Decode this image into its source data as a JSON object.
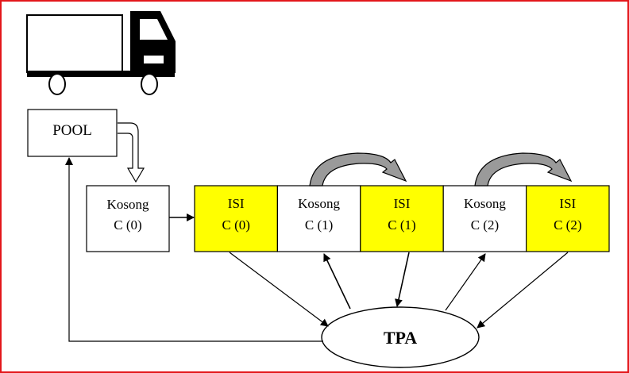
{
  "colors": {
    "frame": "#e3171b",
    "filled_box": "#ffff00",
    "empty_box": "#ffffff",
    "ink": "#000000",
    "curved_arrow_fill": "#9a9a9a"
  },
  "icons": {
    "vehicle": "truck-icon"
  },
  "pool": {
    "label": "POOL"
  },
  "start_box": {
    "line1": "Kosong",
    "line2": "C (0)"
  },
  "cells": [
    {
      "line1": "ISI",
      "line2": "C (0)",
      "state": "filled"
    },
    {
      "line1": "Kosong",
      "line2": "C (1)",
      "state": "empty"
    },
    {
      "line1": "ISI",
      "line2": "C (1)",
      "state": "filled"
    },
    {
      "line1": "Kosong",
      "line2": "C (2)",
      "state": "empty"
    },
    {
      "line1": "ISI",
      "line2": "C (2)",
      "state": "filled"
    }
  ],
  "tpa": {
    "label": "TPA"
  }
}
